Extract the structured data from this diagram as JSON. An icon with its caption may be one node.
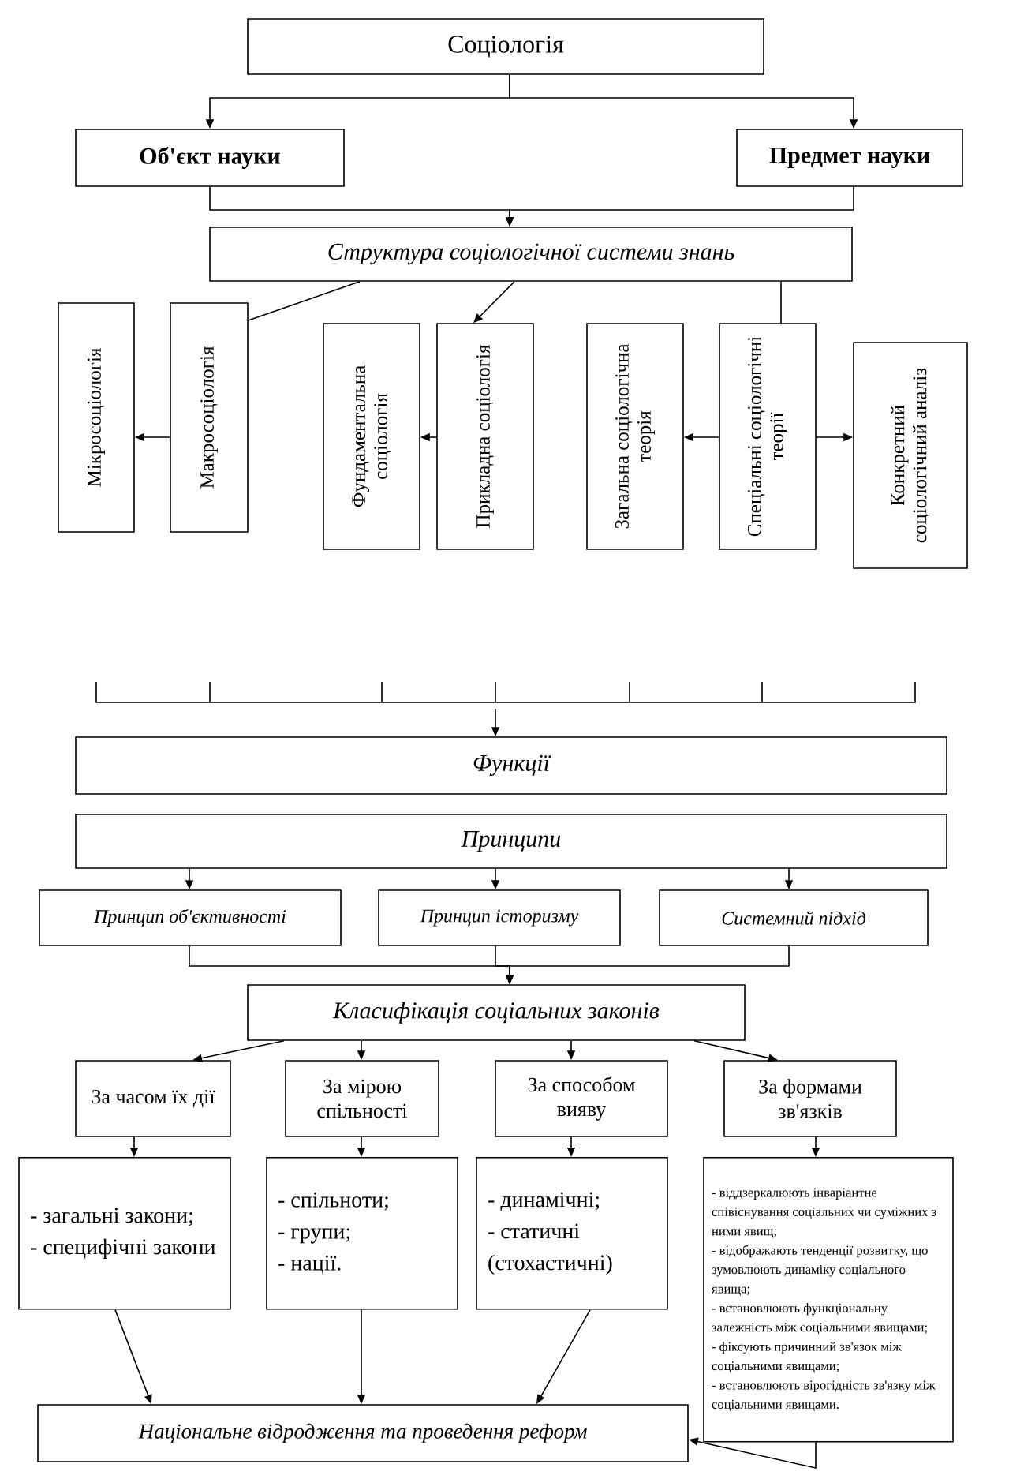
{
  "diagram": {
    "nodes": [
      {
        "text": [
          "Соціологія"
        ]
      },
      {
        "text": [
          "Об'єкт науки"
        ]
      },
      {
        "text": [
          "Предмет науки"
        ]
      },
      {
        "text": [
          "Структура соціологічної системи знань"
        ]
      },
      {
        "text": [
          "Мікросоціологія"
        ]
      },
      {
        "text": [
          "Макросоціологія"
        ]
      },
      {
        "text": [
          "Фундаментальна соціологія"
        ]
      },
      {
        "text": [
          "Прикладна соціологія"
        ]
      },
      {
        "text": [
          "Загальна соціологічна теорія"
        ]
      },
      {
        "text": [
          "Спеціальні соціологічні теорії"
        ]
      },
      {
        "text": [
          "Конкретний соціологічний аналіз"
        ]
      },
      {
        "text": [
          "Функції"
        ]
      },
      {
        "text": [
          "Принципи"
        ]
      },
      {
        "text": [
          "Принцип об'єктивності"
        ]
      },
      {
        "text": [
          "Принцип історизму"
        ]
      },
      {
        "text": [
          "Системний підхід"
        ]
      },
      {
        "text": [
          "Класифікація соціальних законів"
        ]
      },
      {
        "text": [
          "За часом їх дії"
        ]
      },
      {
        "text": [
          "За мірою спільності"
        ]
      },
      {
        "text": [
          "За способом вияву"
        ]
      },
      {
        "text": [
          "За формами зв'язків"
        ]
      },
      {
        "text": [
          "- загальні закони;",
          "- специфічні закони"
        ]
      },
      {
        "text": [
          "- спільноти;",
          "- групи;",
          "- нації."
        ]
      },
      {
        "text": [
          "- динамічні;",
          "- статичні (стохастичні)"
        ]
      },
      {
        "text": [
          "- віддзеркалюють інваріантне співіснування соціальних чи суміжних з ними явищ;",
          "- відображають тенденції розвитку, що зумовлюють динаміку соціального явища;",
          "- встановлюють функціональну залежність між соціальними явищами;",
          "- фіксують причинний зв'язок між соціальними явищами;",
          "- встановлюють вірогідність зв'язку між соціальними явищами."
        ]
      },
      {
        "text": [
          "Національне відродження та проведення реформ"
        ]
      }
    ],
    "edges": [
      {
        "from": 0,
        "to": 1,
        "arrow": "to"
      },
      {
        "from": 0,
        "to": 2,
        "arrow": "to"
      },
      {
        "from": 1,
        "to": 3,
        "arrow": "to"
      },
      {
        "from": 2,
        "to": 3,
        "arrow": "to"
      },
      {
        "from": 3,
        "to": 5,
        "arrow": "none"
      },
      {
        "from": 5,
        "to": 4,
        "arrow": "to"
      },
      {
        "from": 3,
        "to": 7,
        "arrow": "to"
      },
      {
        "from": 7,
        "to": 6,
        "arrow": "to"
      },
      {
        "from": 3,
        "to": 9,
        "arrow": "none"
      },
      {
        "from": 9,
        "to": 8,
        "arrow": "to"
      },
      {
        "from": 9,
        "to": 10,
        "arrow": "to"
      },
      {
        "from": null,
        "to": 11,
        "arrow": "to"
      },
      {
        "from": 12,
        "to": 13,
        "arrow": "to"
      },
      {
        "from": 12,
        "to": 14,
        "arrow": "to"
      },
      {
        "from": 12,
        "to": 15,
        "arrow": "to"
      },
      {
        "from": 13,
        "to": 16,
        "arrow": "to"
      },
      {
        "from": 14,
        "to": 16,
        "arrow": "to"
      },
      {
        "from": 15,
        "to": 16,
        "arrow": "to"
      },
      {
        "from": 16,
        "to": 17,
        "arrow": "to"
      },
      {
        "from": 16,
        "to": 18,
        "arrow": "to"
      },
      {
        "from": 16,
        "to": 19,
        "arrow": "to"
      },
      {
        "from": 16,
        "to": 20,
        "arrow": "to"
      },
      {
        "from": 17,
        "to": 21,
        "arrow": "to"
      },
      {
        "from": 18,
        "to": 22,
        "arrow": "to"
      },
      {
        "from": 19,
        "to": 23,
        "arrow": "to"
      },
      {
        "from": 20,
        "to": 24,
        "arrow": "to"
      },
      {
        "from": 21,
        "to": 25,
        "arrow": "to"
      },
      {
        "from": 22,
        "to": 25,
        "arrow": "to"
      },
      {
        "from": 23,
        "to": 25,
        "arrow": "to"
      },
      {
        "from": 24,
        "to": 25,
        "arrow": "to"
      }
    ]
  }
}
